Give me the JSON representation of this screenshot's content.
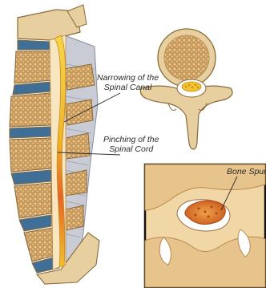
{
  "labels": {
    "narrowing": {
      "line1": "Narrowing of the",
      "line2": "Spinal Canal"
    },
    "pinching": {
      "line1": "Pinching of the",
      "line2": "Spinal Cord"
    },
    "bone_spurs": "Bone Spurs"
  },
  "colors": {
    "bone": "#e8cfa0",
    "bone_dark": "#b98a4e",
    "bone_outline": "#8a6a3a",
    "disc": "#3f6f96",
    "ligament": "#c9ccd4",
    "cord": "#f2c230",
    "cord_compressed": "#e0621e",
    "spur": "#d9802a",
    "frame": "#111111"
  }
}
